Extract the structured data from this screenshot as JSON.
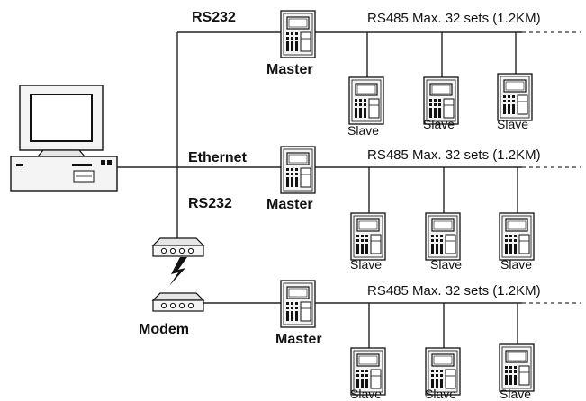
{
  "labels": {
    "rs232_top": "RS232",
    "ethernet": "Ethernet",
    "rs232_mid": "RS232",
    "modem": "Modem",
    "master": "Master",
    "slave": "Slave",
    "bus": "RS485 Max. 32 sets (1.2KM)"
  },
  "colors": {
    "line": "#222222",
    "device_fill": "#f4f4f4",
    "screen": "#ffffff"
  },
  "icons": {
    "computer": "desktop-computer-icon",
    "modem": "modem-icon",
    "controller": "access-controller-icon",
    "link": "lightning-link-icon"
  }
}
